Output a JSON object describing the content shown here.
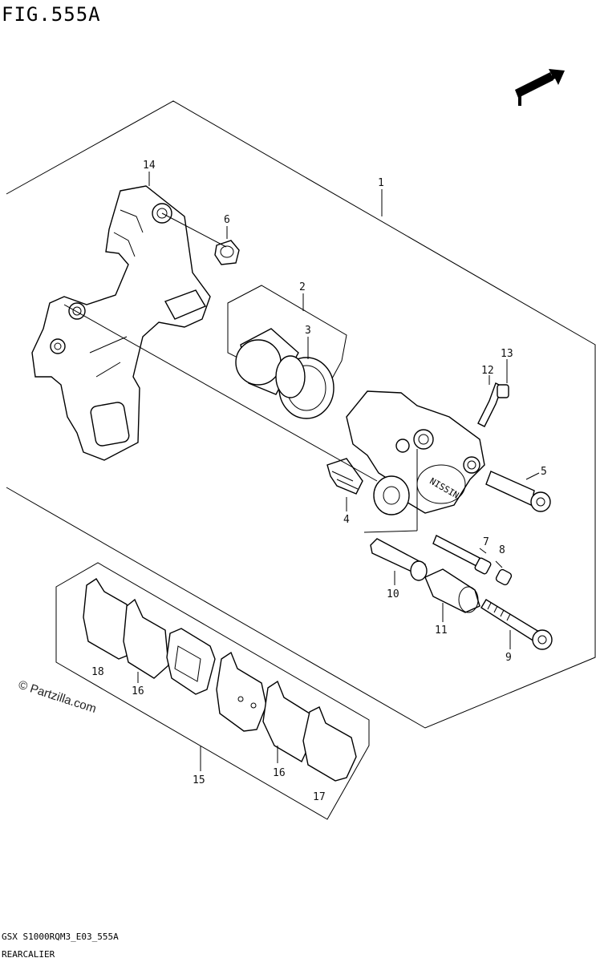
{
  "figure": {
    "title": "FIG.555A",
    "fwd_label": "FWD",
    "footer_code": "GSX S1000RQM3_E03_555A",
    "footer_name": "REARCALIER",
    "watermark": "© Partzilla.com"
  },
  "callouts": {
    "c1": "1",
    "c2": "2",
    "c3": "3",
    "c4": "4",
    "c5": "5",
    "c6": "6",
    "c7": "7",
    "c8": "8",
    "c9": "9",
    "c10": "10",
    "c11": "11",
    "c12": "12",
    "c13": "13",
    "c14": "14",
    "c15": "15",
    "c16a": "16",
    "c16b": "16",
    "c17": "17",
    "c18": "18"
  },
  "caliper_marking": "NISSIN"
}
